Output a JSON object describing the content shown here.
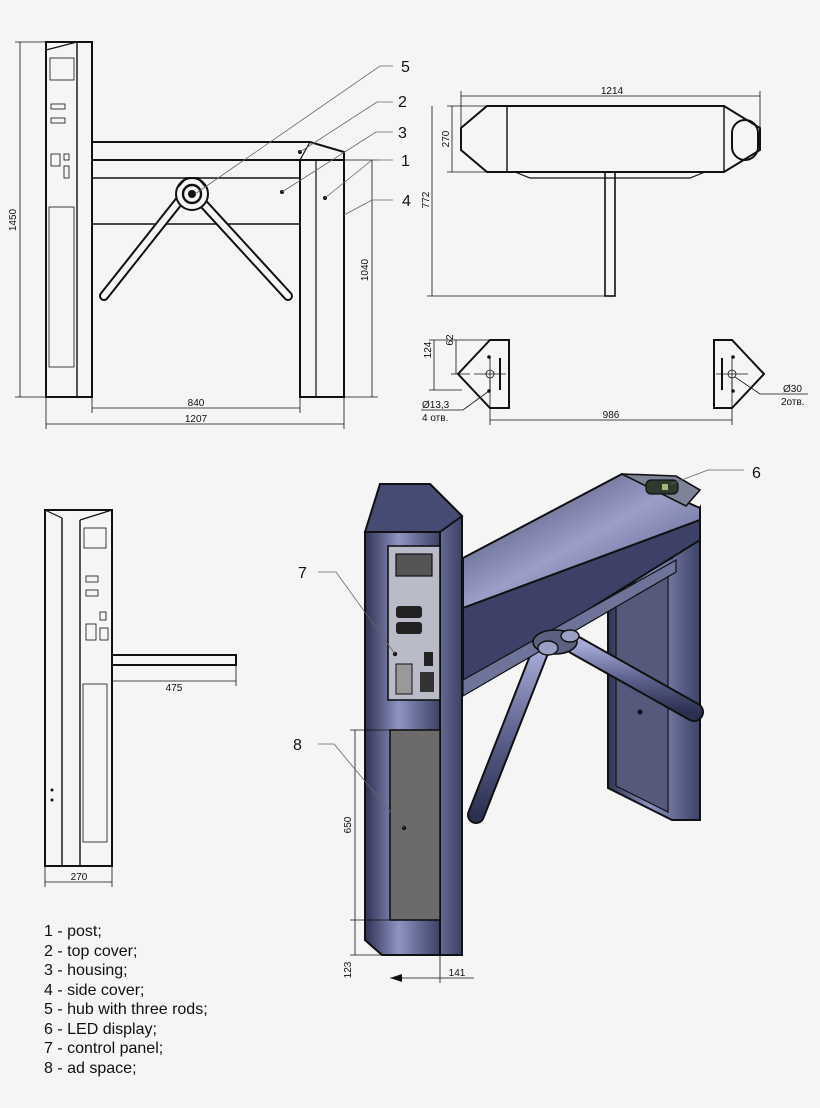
{
  "callouts": {
    "n1": "1",
    "n2": "2",
    "n3": "3",
    "n4": "4",
    "n5": "5",
    "n6": "6",
    "n7": "7",
    "n8": "8"
  },
  "front_view": {
    "height": "1450",
    "arm_height": "1040",
    "inner_width": "840",
    "total_width": "1207"
  },
  "top_view": {
    "length": "1214",
    "width": "270",
    "arm_reach": "772"
  },
  "base_plate": {
    "offset_124": "124",
    "offset_62": "62",
    "hole_small": "Ø13,3",
    "hole_small_count": "4 отв.",
    "hole_large": "Ø30",
    "hole_large_count": "2отв.",
    "spacing": "986"
  },
  "side_view": {
    "arm_length": "475",
    "depth": "270"
  },
  "iso_view": {
    "ad_height": "650",
    "base_height": "123",
    "base_depth": "141"
  },
  "legend": [
    {
      "number": "1",
      "text": " - post;"
    },
    {
      "number": "2",
      "text": " - top cover;"
    },
    {
      "number": "3",
      "text": " - housing;"
    },
    {
      "number": "4",
      "text": " - side cover;"
    },
    {
      "number": "5",
      "text": " - hub with three rods;"
    },
    {
      "number": "6",
      "text": " - LED display;"
    },
    {
      "number": "7",
      "text": " - control panel;"
    },
    {
      "number": "8",
      "text": " - ad space;"
    }
  ],
  "colors": {
    "line": "#111111",
    "metal_dark": "#3a3f63",
    "metal_light": "#8e93bf",
    "glass": "#6b6b6b"
  }
}
